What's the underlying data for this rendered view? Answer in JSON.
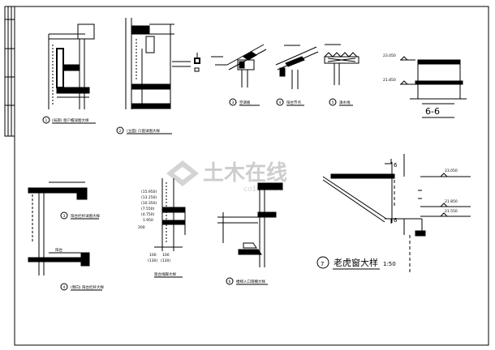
{
  "sheet": {
    "section_title": "6-6"
  },
  "details": {
    "d1": {
      "num": "1",
      "title": "(局部) 窗户檐详图大样"
    },
    "d2": {
      "num": "2",
      "title": "(立面) 凸窗详图大样"
    },
    "d3": {
      "num": "3",
      "title": "空调板"
    },
    "d4": {
      "num": "4",
      "title": "阳台节点"
    },
    "d5": {
      "num": "5",
      "title": "滴水线"
    },
    "dA": {
      "num": "3",
      "title": "阳台栏杆详图大样"
    },
    "dB": {
      "num": "4",
      "title": "(侧向) 阳台栏杆大样"
    },
    "dC": {
      "title": "窗台线脚大样"
    },
    "d6": {
      "num": "6",
      "title": "楼梯入口雨棚大样"
    },
    "d7": {
      "num": "7",
      "title": "老虎窗大样",
      "scale": "1:50"
    }
  },
  "elevations": {
    "top_upper": "23.050",
    "top_lower": "21.850",
    "right_1": "23.050",
    "right_2": "21.850",
    "right_3": "21.550",
    "stack": [
      "(15.950)",
      "(13.150)",
      "(10.350)",
      "(7.550)",
      "(4.750)",
      "1.950"
    ],
    "dim_a": "100",
    "dim_b": "(130)",
    "dim_c": "100",
    "dim_d": "(130)",
    "dim_e": "200"
  },
  "section_marks": {
    "upper": "6",
    "lower": "6"
  },
  "watermark": {
    "main": "土木在线",
    "url": "co188.com"
  }
}
